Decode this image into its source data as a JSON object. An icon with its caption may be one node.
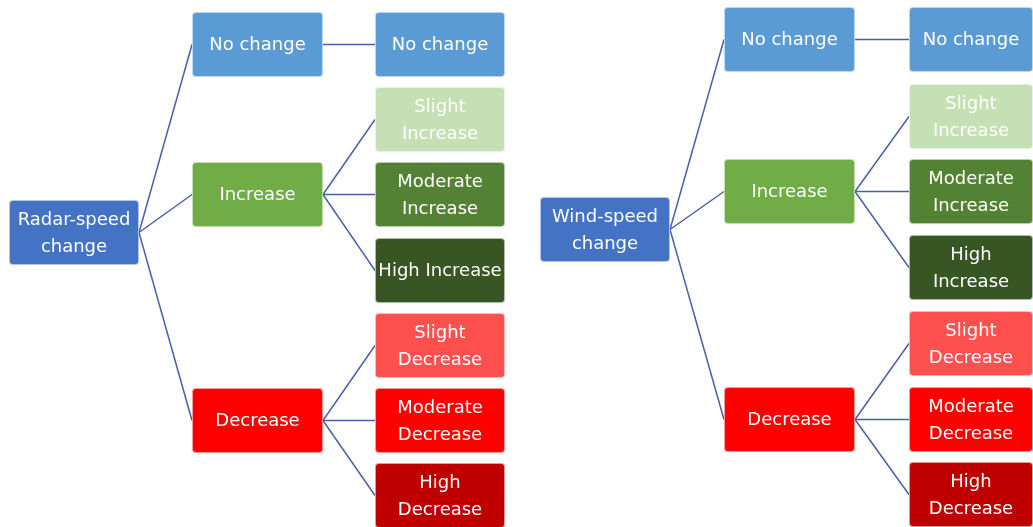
{
  "diagram": {
    "nodes": [
      {
        "text": [
          "Radar-speed change"
        ]
      },
      {
        "text": [
          "No change"
        ]
      },
      {
        "text": [
          "No change"
        ]
      },
      {
        "text": [
          "Increase"
        ]
      },
      {
        "text": [
          "Slight Increase"
        ]
      },
      {
        "text": [
          "Moderate Increase"
        ]
      },
      {
        "text": [
          "High Increase"
        ]
      },
      {
        "text": [
          "Decrease"
        ]
      },
      {
        "text": [
          "Slight Decrease"
        ]
      },
      {
        "text": [
          "Moderate Decrease"
        ]
      },
      {
        "text": [
          "High Decrease"
        ]
      },
      {
        "text": [
          "Wind-speed change"
        ]
      },
      {
        "text": [
          "No change"
        ]
      },
      {
        "text": [
          "No change"
        ]
      },
      {
        "text": [
          "Increase"
        ]
      },
      {
        "text": [
          "Slight Increase"
        ]
      },
      {
        "text": [
          "Moderate Increase"
        ]
      },
      {
        "text": [
          "High Increase"
        ]
      },
      {
        "text": [
          "Decrease"
        ]
      },
      {
        "text": [
          "Slight Decrease"
        ]
      },
      {
        "text": [
          "Moderate Decrease"
        ]
      },
      {
        "text": [
          "High Decrease"
        ]
      }
    ],
    "edges": [
      {
        "from": 0,
        "to": 1,
        "arrow": "none"
      },
      {
        "from": 1,
        "to": 2,
        "arrow": "none"
      },
      {
        "from": 0,
        "to": 3,
        "arrow": "none"
      },
      {
        "from": 3,
        "to": 4,
        "arrow": "none"
      },
      {
        "from": 3,
        "to": 5,
        "arrow": "none"
      },
      {
        "from": 3,
        "to": 6,
        "arrow": "none"
      },
      {
        "from": 0,
        "to": 7,
        "arrow": "none"
      },
      {
        "from": 7,
        "to": 8,
        "arrow": "none"
      },
      {
        "from": 7,
        "to": 9,
        "arrow": "none"
      },
      {
        "from": 7,
        "to": 10,
        "arrow": "none"
      },
      {
        "from": 11,
        "to": 12,
        "arrow": "none"
      },
      {
        "from": 12,
        "to": 13,
        "arrow": "none"
      },
      {
        "from": 11,
        "to": 14,
        "arrow": "none"
      },
      {
        "from": 14,
        "to": 15,
        "arrow": "none"
      },
      {
        "from": 14,
        "to": 16,
        "arrow": "none"
      },
      {
        "from": 14,
        "to": 17,
        "arrow": "none"
      },
      {
        "from": 11,
        "to": 18,
        "arrow": "none"
      },
      {
        "from": 18,
        "to": 19,
        "arrow": "none"
      },
      {
        "from": 18,
        "to": 20,
        "arrow": "none"
      },
      {
        "from": 18,
        "to": 21,
        "arrow": "none"
      }
    ]
  }
}
